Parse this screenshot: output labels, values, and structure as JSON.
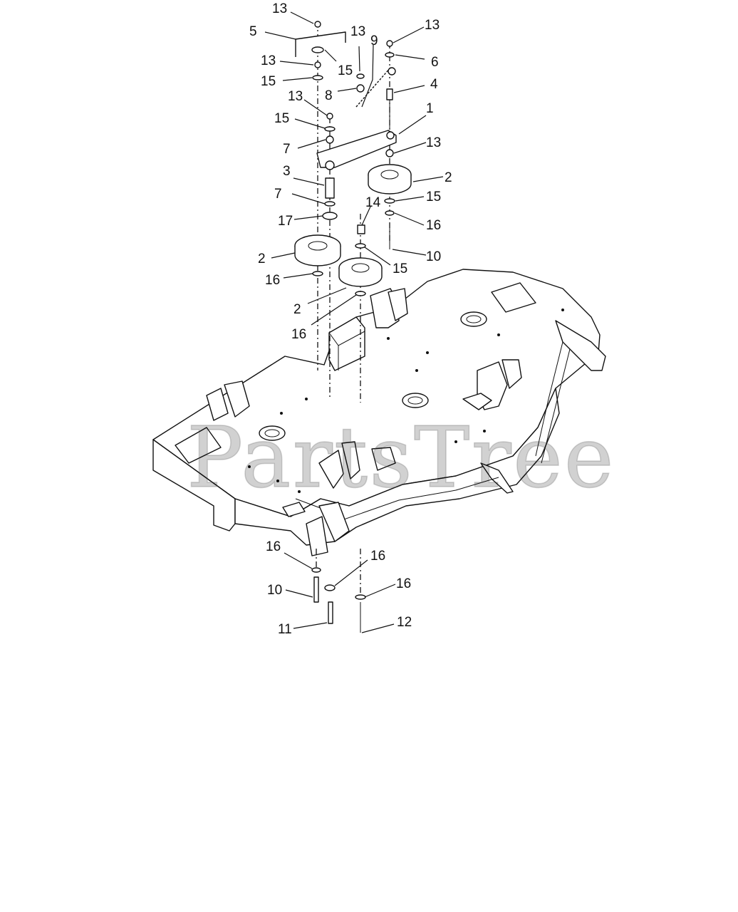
{
  "watermark": "PartsTree",
  "callouts": [
    "13",
    "5",
    "13",
    "9",
    "13",
    "6",
    "13",
    "15",
    "15",
    "8",
    "4",
    "13",
    "1",
    "15",
    "7",
    "13",
    "2",
    "3",
    "7",
    "15",
    "14",
    "17",
    "16",
    "2",
    "10",
    "15",
    "16",
    "2",
    "16",
    "16",
    "16",
    "10",
    "16",
    "11",
    "12"
  ]
}
